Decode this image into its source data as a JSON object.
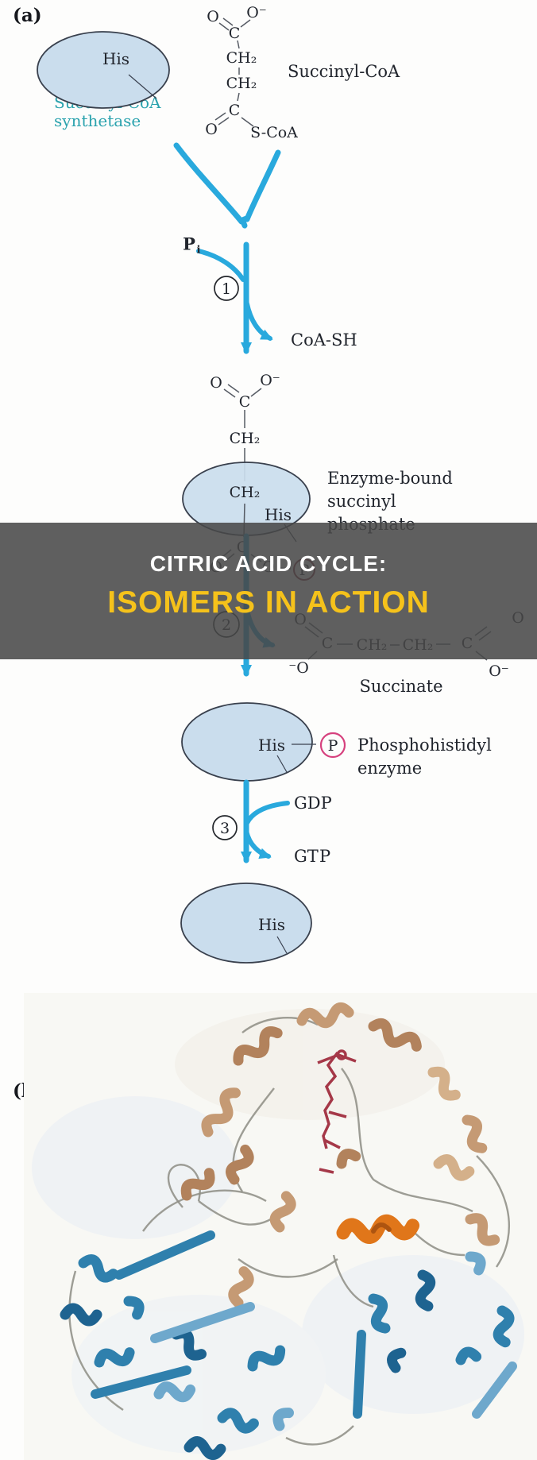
{
  "panel_a": {
    "label": "(a)"
  },
  "panel_b": {
    "label": "(b)"
  },
  "atoms": {
    "O": "O",
    "O_minus": "O⁻",
    "neg_O": "⁻O",
    "C": "C",
    "CH2": "CH₂",
    "S_CoA": "S-CoA"
  },
  "labels": {
    "his": "His"
  },
  "enzyme_name": {
    "line1": "Succinyl-CoA",
    "line2": "synthetase"
  },
  "succinyl_coa_label": "Succinyl-CoA",
  "steps": {
    "one": "1",
    "two": "2",
    "three": "3"
  },
  "step1": {
    "pi_p": "P",
    "pi_i": "i",
    "coa_sh": "CoA-SH"
  },
  "bound_label": {
    "line1": "Enzyme-bound",
    "line2": "succinyl",
    "line3": "phosphate"
  },
  "phosphate": {
    "p": "P"
  },
  "banner": {
    "line1": "CITRIC ACID CYCLE:",
    "line2": "ISOMERS IN ACTION"
  },
  "succinate": {
    "label": "Succinate"
  },
  "phosphohistidyl": {
    "p": "P",
    "label_line1": "Phosphohistidyl",
    "label_line2": "enzyme"
  },
  "step3": {
    "gdp": "GDP",
    "gtp_gt": "GT",
    "gtp_p": "P"
  },
  "colors": {
    "arrow_cyan": "#29a9dd",
    "enzyme_teal": "#2ba3ae",
    "pi_magenta": "#b12a92",
    "p_pink": "#d6417e",
    "p_dark_red": "#7d2331",
    "banner_yellow": "#f5c21b",
    "ellipse_fill": "#cadded"
  }
}
